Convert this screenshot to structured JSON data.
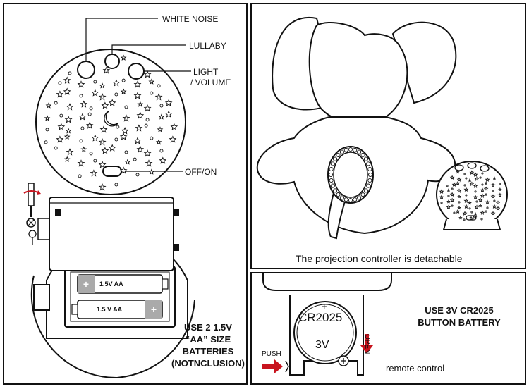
{
  "left_panel": {
    "labels": {
      "white_noise": "WHITE NOISE",
      "lullaby": "LULLABY",
      "light_volume_1": "LIGHT",
      "light_volume_2": "/ VOLUME",
      "off_on": "OFF/ON"
    },
    "battery_labels": [
      "1.5V   AA",
      "1.5 V   AA"
    ],
    "battery_note": [
      "USE 2   1.5V",
      "“AA”  SIZE",
      "BATTERIES",
      "(NOTNCLUSION)"
    ]
  },
  "right_top_panel": {
    "caption": "The projection controller is detachable"
  },
  "right_bottom_panel": {
    "coin_top": "+",
    "coin_model": "CR2025",
    "coin_voltage": "3V",
    "push_label": "PUSH",
    "open_label": "OPEN",
    "battery_note": [
      "USE 3V CR2025",
      "BUTTON BATTERY"
    ],
    "remote_label": "remote control"
  },
  "colors": {
    "arrow": "#c8141e",
    "line": "#111111"
  }
}
